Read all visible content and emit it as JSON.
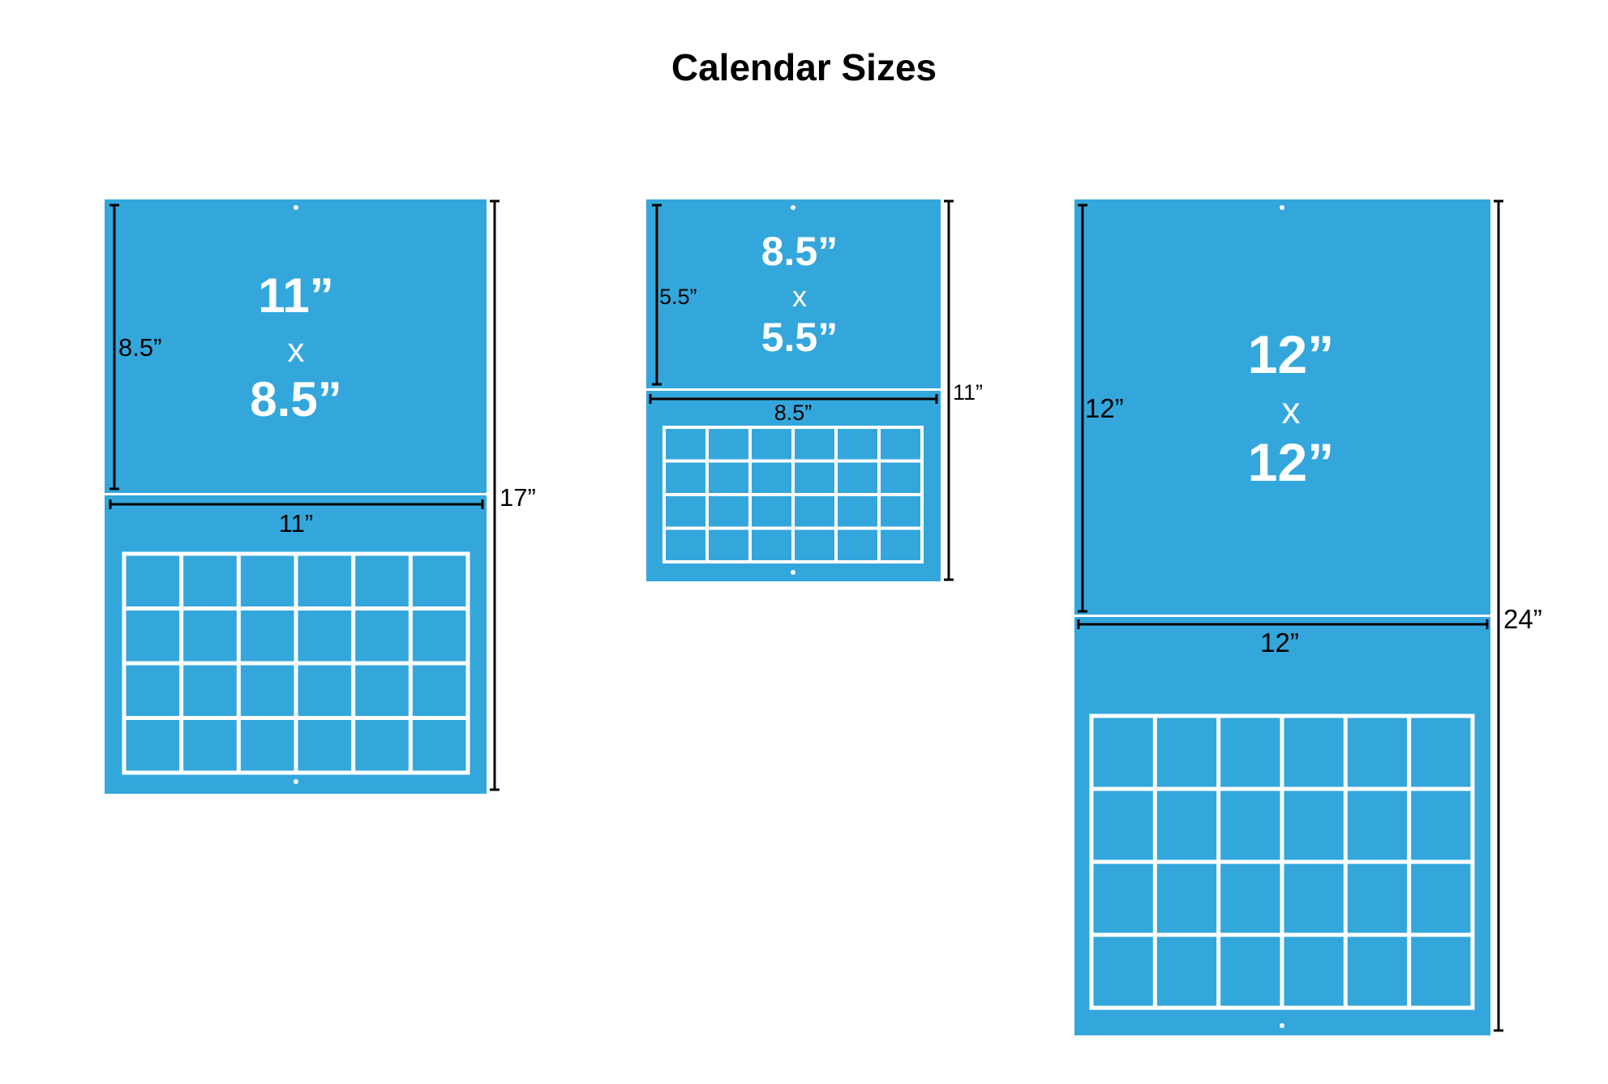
{
  "title": "Calendar Sizes",
  "colors": {
    "panel": "#33a7dc",
    "grid": "#ffffff",
    "dimension": "#000000"
  },
  "calendars": [
    {
      "name": "11x8.5",
      "size_text": {
        "top": "11”",
        "x": "x",
        "bottom": "8.5”"
      },
      "height_label": "8.5”",
      "width_label": "11”",
      "total_label": "17”",
      "grid": {
        "columns": 6,
        "rows": 4
      }
    },
    {
      "name": "8.5x5.5",
      "size_text": {
        "top": "8.5”",
        "x": "x",
        "bottom": "5.5”"
      },
      "height_label": "5.5”",
      "width_label": "8.5”",
      "total_label": "11”",
      "grid": {
        "columns": 6,
        "rows": 4
      }
    },
    {
      "name": "12x12",
      "size_text": {
        "top": "12”",
        "x": "x",
        "bottom": "12”"
      },
      "height_label": "12”",
      "width_label": "12”",
      "total_label": "24”",
      "grid": {
        "columns": 6,
        "rows": 4
      }
    }
  ]
}
